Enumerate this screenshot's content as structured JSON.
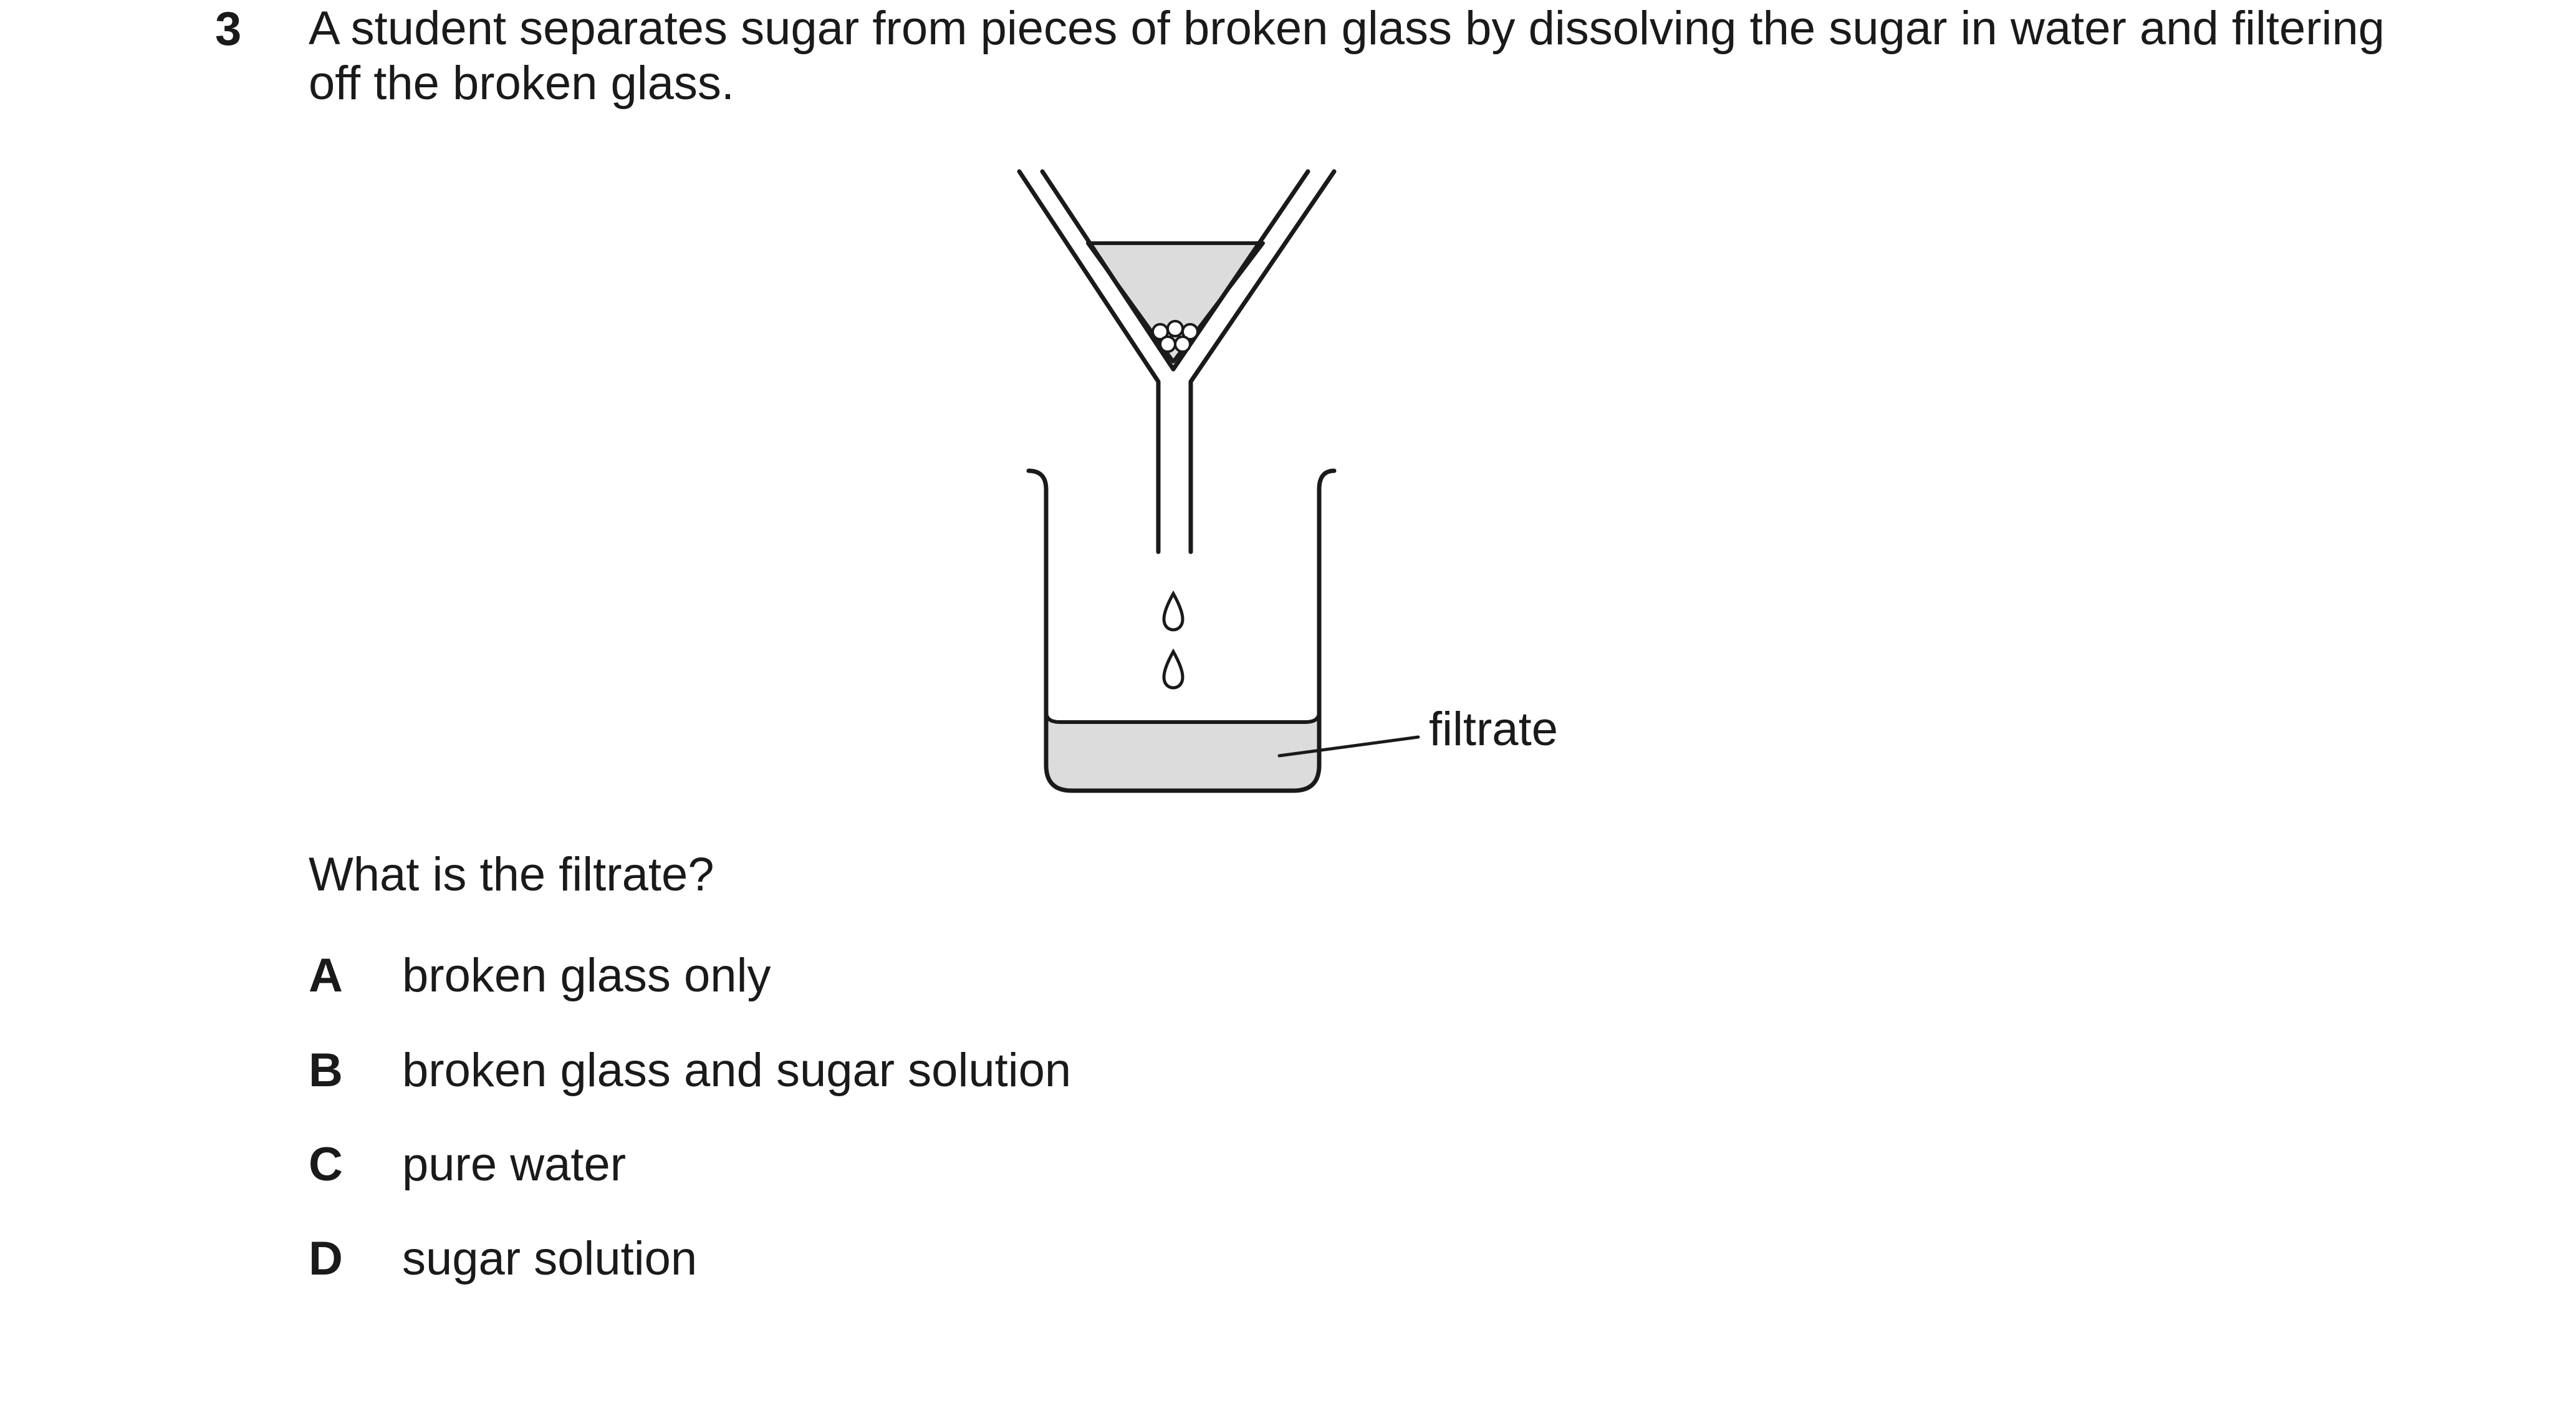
{
  "question": {
    "number": "3",
    "stem": "A student separates sugar from pieces of broken glass by dissolving the sugar in water and filtering off the broken glass.",
    "prompt": "What is the filtrate?"
  },
  "diagram": {
    "label": "filtrate",
    "colors": {
      "liquid_fill": "#dcdcdc",
      "outline": "#1a1a1a"
    }
  },
  "options": [
    {
      "letter": "A",
      "text": "broken glass only"
    },
    {
      "letter": "B",
      "text": "broken glass and sugar solution"
    },
    {
      "letter": "C",
      "text": "pure water"
    },
    {
      "letter": "D",
      "text": "sugar solution"
    }
  ]
}
